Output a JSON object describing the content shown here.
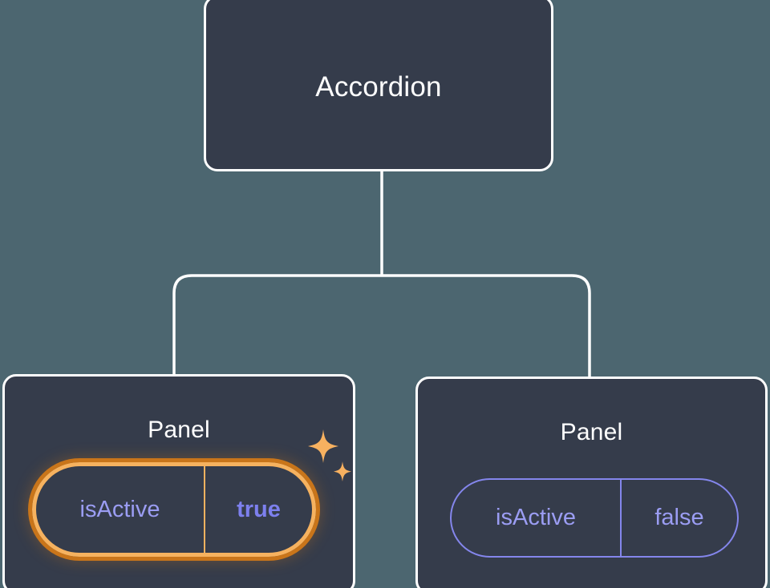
{
  "canvas": {
    "background_color": "#4c6670",
    "node_fill_color": "#353C4B",
    "node_border_color": "#ffffff",
    "edge_color": "#ffffff",
    "accent_highlight_color": "#f6b25f",
    "accent_highlight_glow_color": "#c9751a",
    "prop_text_color": "#9b9df3",
    "prop_value_active_color": "#7d80ee"
  },
  "tree": {
    "root": {
      "label": "Accordion"
    },
    "children": [
      {
        "label": "Panel",
        "highlighted": true,
        "prop": {
          "key": "isActive",
          "value": "true"
        },
        "decorations": [
          "sparkle-large-icon",
          "sparkle-small-icon"
        ]
      },
      {
        "label": "Panel",
        "highlighted": false,
        "prop": {
          "key": "isActive",
          "value": "false"
        },
        "decorations": []
      }
    ]
  }
}
